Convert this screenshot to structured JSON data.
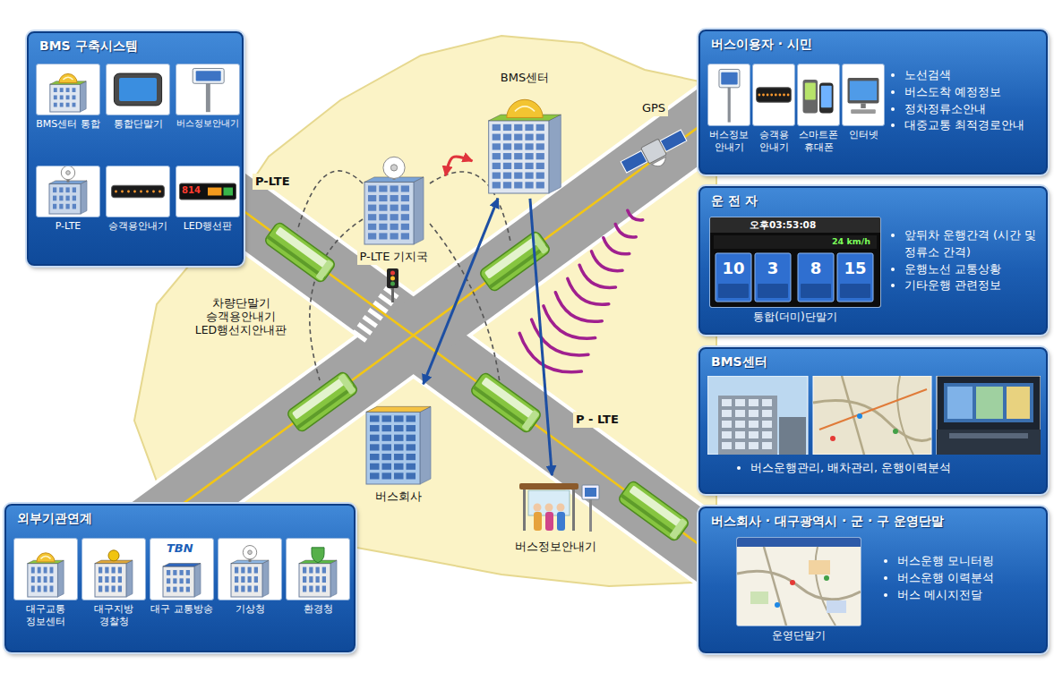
{
  "diagram": {
    "nodes": [
      {
        "text": [
          "BMS 구축시스템"
        ]
      },
      {
        "text": [
          "BMS센터 통합"
        ],
        "in": 0
      },
      {
        "text": [
          "통합단말기"
        ],
        "in": 0
      },
      {
        "text": [
          "버스정보안내기"
        ],
        "in": 0
      },
      {
        "text": [
          "P-LTE"
        ],
        "in": 0
      },
      {
        "text": [
          "승객용안내기"
        ],
        "in": 0
      },
      {
        "text": [
          "LED행선판"
        ],
        "in": 0
      },
      {
        "text": [
          "버스이용자 · 시민",
          "노선검색",
          "버스도착 예정정보",
          "정차정류소안내",
          "대중교통 최적경로안내"
        ]
      },
      {
        "text": [
          "버스정보 안내기"
        ],
        "in": 7
      },
      {
        "text": [
          "승객용 안내기"
        ],
        "in": 7
      },
      {
        "text": [
          "스마트폰 휴대폰"
        ],
        "in": 7
      },
      {
        "text": [
          "인터넷"
        ],
        "in": 7
      },
      {
        "text": [
          "운 전 자",
          "앞뒤차 운행간격 (시간 및 정류소 간격)",
          "운행노선 교통상황",
          "기타운행 관련정보"
        ]
      },
      {
        "text": [
          "통합(더미)단말기"
        ],
        "in": 12
      },
      {
        "text": [
          "BMS센터"
        ]
      },
      {
        "text": [
          "GPS"
        ]
      },
      {
        "text": [
          "P-LTE 기지국"
        ]
      },
      {
        "text": [
          "BMS센터",
          "버스운행관리, 배차관리, 운행이력분석"
        ]
      },
      {
        "text": [
          "버스회사"
        ]
      },
      {
        "text": [
          "버스정보안내기"
        ]
      },
      {
        "text": [
          "버스회사 · 대구광역시 · 군 · 구 운영단말",
          "버스운행 모니터링",
          "버스운행 이력분석",
          "버스 메시지전달"
        ]
      },
      {
        "text": [
          "운영단말기"
        ],
        "in": 20
      },
      {
        "text": [
          "외부기관연계"
        ]
      },
      {
        "text": [
          "대구교통 정보센터"
        ],
        "in": 22
      },
      {
        "text": [
          "대구지방 경찰청"
        ],
        "in": 22
      },
      {
        "text": [
          "대구 교통방송"
        ],
        "in": 22
      },
      {
        "text": [
          "기상청"
        ],
        "in": 22
      },
      {
        "text": [
          "환경청"
        ],
        "in": 22
      }
    ],
    "edges": [
      {
        "from": 14,
        "to": 18,
        "arrow": "both"
      },
      {
        "from": 14,
        "to": 19,
        "arrow": "to"
      },
      {
        "from": 16,
        "to": 14,
        "arrow": "both"
      }
    ],
    "labels": [
      "P-LTE",
      "차량단말기 승객용안내기 LED행선지안내판",
      "P - LTE",
      "814",
      "오후03:53:08",
      "24 km/h",
      "10",
      "3",
      "8",
      "15",
      "TBN"
    ]
  }
}
